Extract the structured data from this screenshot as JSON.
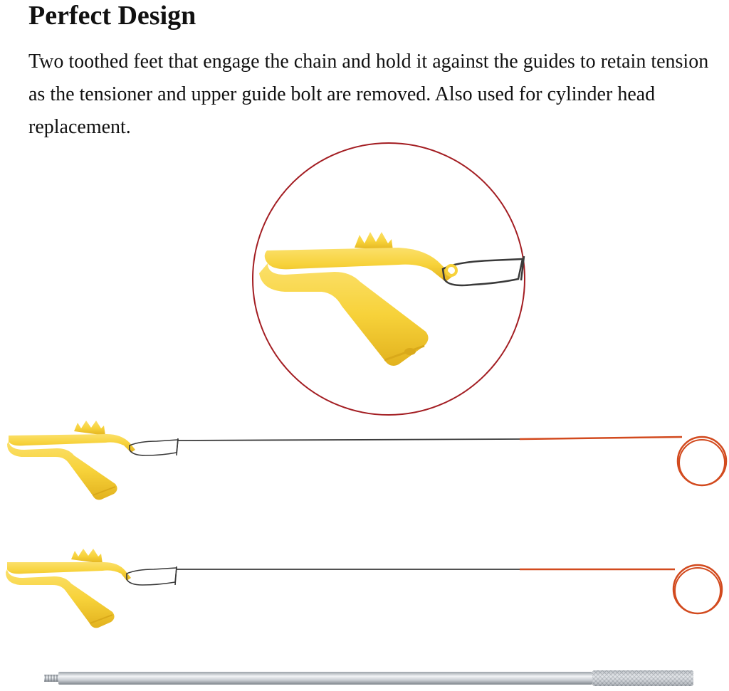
{
  "heading": {
    "title": "Perfect Design",
    "description": "Two toothed feet that engage the chain and hold it against the guides to retain tension as the tensioner and upper guide bolt are removed. Also used for cylinder head replacement."
  },
  "colors": {
    "tool_yellow": "#F7D23A",
    "tool_yellow_shadow": "#D9A91A",
    "wire_dark": "#3A3A3A",
    "wire_red": "#D24A1E",
    "zoom_circle": "#A31D22",
    "steel": "#C9CDD2"
  },
  "icons": {
    "zoom_view": "magnified-tensioner-hook",
    "tool_1": "chain-tensioner-hook-tool",
    "tool_2": "chain-tensioner-hook-tool",
    "rod": "knurled-steel-rod"
  }
}
